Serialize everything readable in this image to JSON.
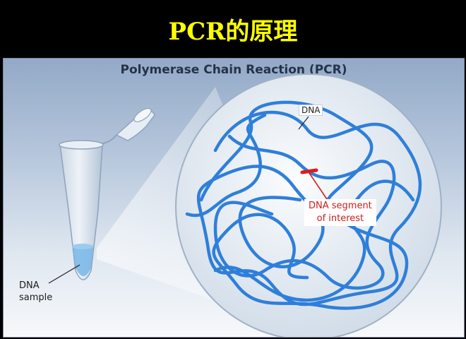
{
  "slide": {
    "title": "PCR的原理"
  },
  "figure": {
    "title": "Polymerase Chain Reaction (PCR)",
    "labels": {
      "dna_sample_line1": "DNA",
      "dna_sample_line2": "sample",
      "dna": "DNA",
      "segment_line1": "DNA segment",
      "segment_line2": "of interest"
    }
  },
  "colors": {
    "title_text": "#ffff00",
    "slide_background": "#000000",
    "dna_strand": "#2f7fd9",
    "segment_highlight": "#e01b1b"
  }
}
